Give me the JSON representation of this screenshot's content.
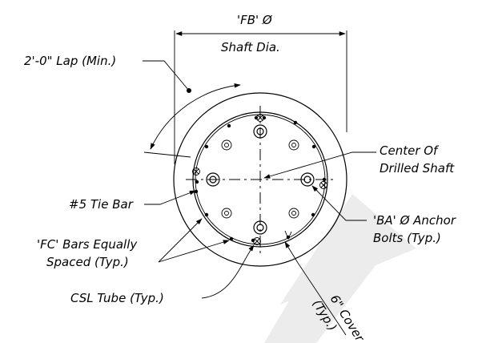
{
  "labels": {
    "fb_dia": "'FB' Ø",
    "shaft_dia": "Shaft Dia.",
    "lap": "2'-0\" Lap (Min.)",
    "center_line1": "Center Of",
    "center_line2": "Drilled Shaft",
    "tie_bar": "#5 Tie Bar",
    "anchor_line1": "'BA' Ø Anchor",
    "anchor_line2": "Bolts (Typ.)",
    "fc_line1": "'FC' Bars Equally",
    "fc_line2": "Spaced (Typ.)",
    "csl": "CSL Tube (Typ.)",
    "cover_line1": "6\" Cover",
    "cover_line2": "(Typ.)"
  },
  "watermark": "arrow-watermark",
  "colors": {
    "ink": "#000000",
    "watermark": "#e9e9e9"
  }
}
